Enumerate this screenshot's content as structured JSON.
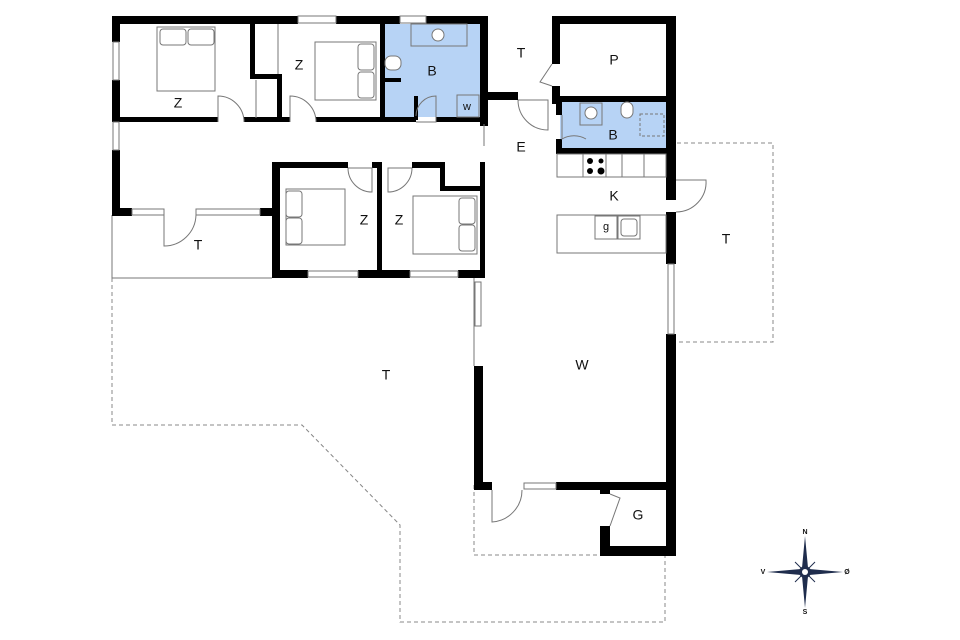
{
  "plan": {
    "colors": {
      "wall": "#000000",
      "bathroom_fill": "#b7d3f5",
      "terrace_outline": "#888888",
      "background": "#ffffff"
    },
    "rooms": [
      {
        "id": "bedroom-1",
        "label": "Z"
      },
      {
        "id": "bedroom-2",
        "label": "Z"
      },
      {
        "id": "bathroom-1",
        "label": "B"
      },
      {
        "id": "washer",
        "label": "w"
      },
      {
        "id": "terrace-entry",
        "label": "T"
      },
      {
        "id": "utility",
        "label": "P"
      },
      {
        "id": "bathroom-2",
        "label": "B"
      },
      {
        "id": "entrance",
        "label": "E"
      },
      {
        "id": "kitchen",
        "label": "K"
      },
      {
        "id": "dishwasher",
        "label": "g"
      },
      {
        "id": "bedroom-3",
        "label": "Z"
      },
      {
        "id": "bedroom-4",
        "label": "Z"
      },
      {
        "id": "terrace-west",
        "label": "T"
      },
      {
        "id": "terrace-east",
        "label": "T"
      },
      {
        "id": "terrace-south",
        "label": "T"
      },
      {
        "id": "living",
        "label": "W"
      },
      {
        "id": "garage-storage",
        "label": "G"
      }
    ],
    "compass": {
      "n": "N",
      "s": "S",
      "e": "Ø",
      "w": "V"
    }
  }
}
